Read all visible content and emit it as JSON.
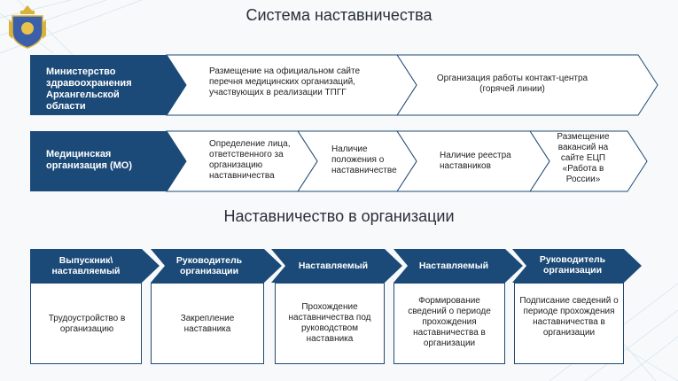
{
  "title": "Система наставничества",
  "subtitle": "Наставничество в организации",
  "row1": {
    "head": "Министерство здравоохранения Архангельской области",
    "steps": [
      "Размещение на официальном сайте перечня медицинских организаций, участвующих в реализации ТПГГ",
      "Организация работы контакт-центра (горячей линии)"
    ]
  },
  "row2": {
    "head": "Медицинская организация (МО)",
    "steps": [
      "Определение лица, ответственного за организацию наставничества",
      "Наличие положения о наставничестве",
      "Наличие реестра наставников",
      "Размещение вакансий на сайте ЕЦП «Работа в России»"
    ]
  },
  "row3": {
    "columns": [
      {
        "header": "Выпускник\\ наставляемый",
        "text": "Трудоустройство в организацию"
      },
      {
        "header": "Руководитель организации",
        "text": "Закрепление наставника"
      },
      {
        "header": "Наставляемый",
        "text": "Прохождение наставничества под руководством наставника"
      },
      {
        "header": "Наставляемый",
        "text": "Формирование сведений о периоде прохождения наставничества в организации"
      },
      {
        "header": "Руководитель организации",
        "text": "Подписание сведений о периоде прохождения наставничества в организации"
      }
    ]
  },
  "colors": {
    "dark_blue": "#1b4a78",
    "arrow_border": "#1e4a75",
    "background": "#f7f9fb"
  }
}
